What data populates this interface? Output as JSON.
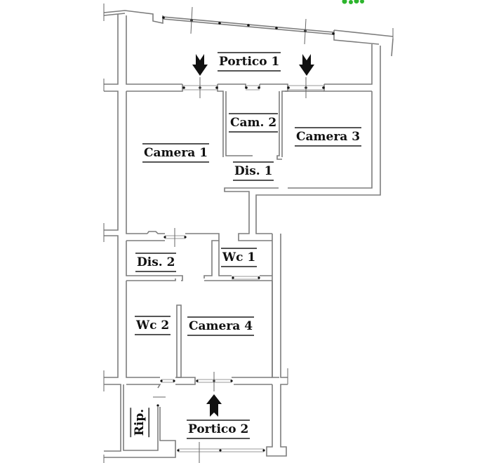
{
  "diagram": {
    "type": "floor-plan",
    "rooms": [
      {
        "id": "portico-1",
        "label": "Portico 1"
      },
      {
        "id": "camera-1",
        "label": "Camera 1"
      },
      {
        "id": "cam-2",
        "label": "Cam. 2"
      },
      {
        "id": "camera-3",
        "label": "Camera 3"
      },
      {
        "id": "dis-1",
        "label": "Dis. 1"
      },
      {
        "id": "dis-2",
        "label": "Dis. 2"
      },
      {
        "id": "wc-1",
        "label": "Wc 1"
      },
      {
        "id": "wc-2",
        "label": "Wc 2"
      },
      {
        "id": "camera-4",
        "label": "Camera 4"
      },
      {
        "id": "rip",
        "label": "Rip."
      },
      {
        "id": "portico-2",
        "label": "Portico 2"
      }
    ],
    "entrances": [
      {
        "id": "entrance-arrow-portico-1-left",
        "direction": "down"
      },
      {
        "id": "entrance-arrow-portico-1-right",
        "direction": "down"
      },
      {
        "id": "entrance-arrow-portico-2",
        "direction": "up"
      }
    ],
    "colors": {
      "walls": "#7d7d7d",
      "text": "#111111",
      "vegetation": "#2db52d",
      "background": "#ffffff"
    }
  }
}
